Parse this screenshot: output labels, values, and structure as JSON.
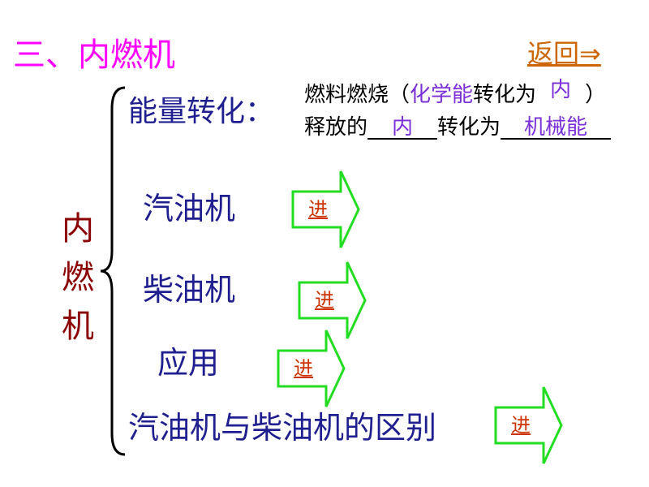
{
  "title": "三、内燃机",
  "back_link": "返回⇒",
  "side_label": [
    "内",
    "燃",
    "机"
  ],
  "energy": {
    "label": "能量转化：",
    "line1_prefix": "燃料燃烧（",
    "line1_answer": "化学能",
    "line1_mid": "转化为",
    "line1_answer2": "内",
    "line1_suffix": "）",
    "line2_prefix": "释放的",
    "line2_answer": "内",
    "line2_mid": "转化为",
    "line2_answer2": "机械能"
  },
  "items": [
    {
      "label": "汽油机",
      "link": "进"
    },
    {
      "label": "柴油机",
      "link": "进"
    },
    {
      "label": "应用",
      "link": "进"
    },
    {
      "label": "汽油机与柴油机的区别",
      "link": "进"
    }
  ],
  "colors": {
    "title": "#ff00ff",
    "item_text": "#1f1f8f",
    "side_label": "#8b0000",
    "answer": "#7b2fd6",
    "arrow": "#22dd22",
    "link": "#cc3300"
  }
}
